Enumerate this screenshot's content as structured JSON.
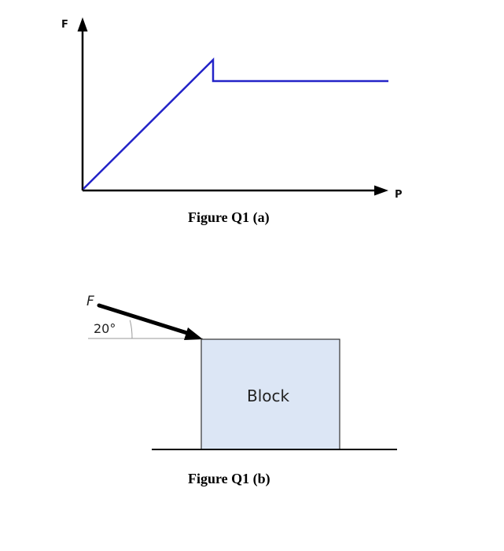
{
  "figure_a": {
    "y_axis_label": "F",
    "x_axis_label": "P",
    "caption": "Figure Q1 (a)",
    "line_color": "#2323c8"
  },
  "figure_b": {
    "force_label": "F",
    "angle_label": "20°",
    "block_label": "Block",
    "caption": "Figure Q1 (b)",
    "block_fill": "#dce6f5"
  }
}
